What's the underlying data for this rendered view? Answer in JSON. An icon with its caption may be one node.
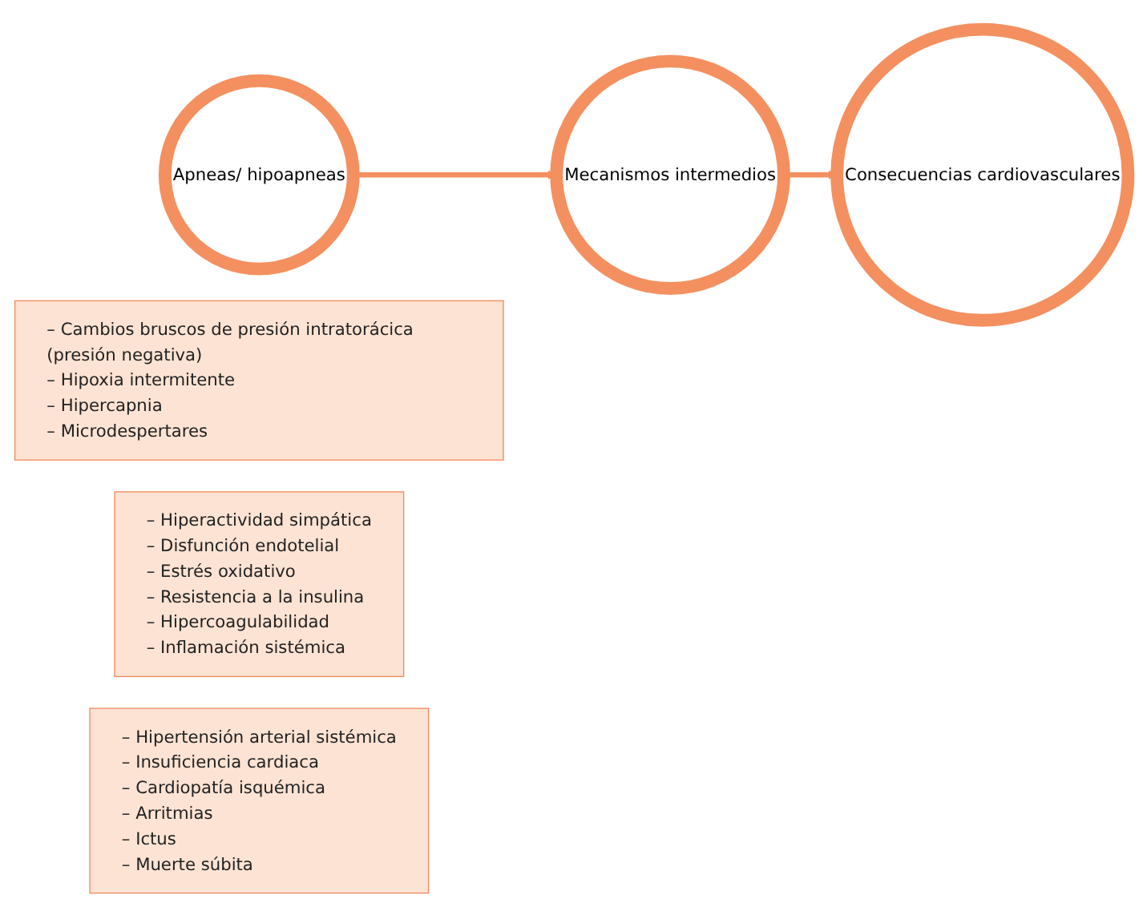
{
  "diagram": {
    "nodes": [
      {
        "text": [
          "Apneas/ hipoapneas"
        ]
      },
      {
        "text": [
          "Mecanismos intermedios"
        ]
      },
      {
        "text": [
          "Consecuencias cardiovasculares"
        ]
      },
      {
        "text": [
          "– Cambios bruscos de presión intratorácica (presión negativa)",
          "– Hipoxia intermitente",
          "– Hipercapnia",
          "– Microdespertares"
        ]
      },
      {
        "text": [
          "– Hiperactividad simpática",
          "– Disfunción endotelial",
          "– Estrés oxidativo",
          "– Resistencia a la insulina",
          "– Hipercoagulabilidad",
          "– Inflamación sistémica"
        ]
      },
      {
        "text": [
          "– Hipertensión arterial sistémica",
          "– Insuficiencia cardiaca",
          "– Cardiopatía isquémica",
          "– Arritmias",
          "– Ictus",
          "– Muerte súbita"
        ]
      }
    ],
    "edges": [
      {
        "from": 0,
        "to": 1,
        "arrow": "to"
      },
      {
        "from": 1,
        "to": 2,
        "arrow": "to"
      }
    ]
  }
}
